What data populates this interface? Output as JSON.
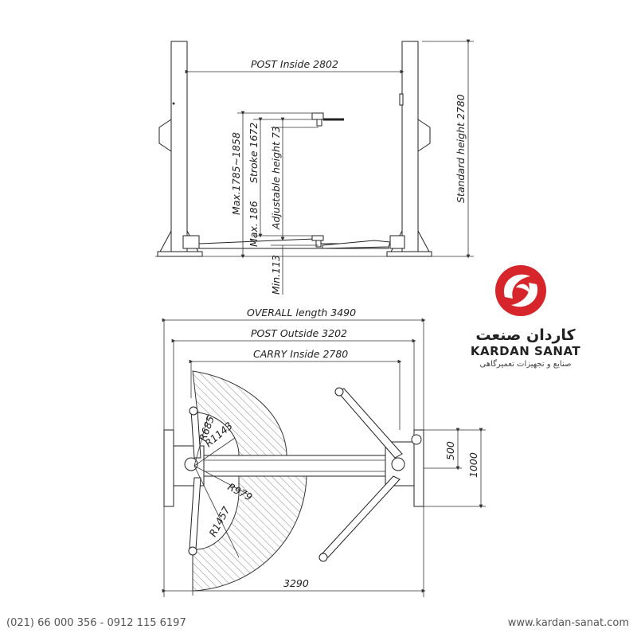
{
  "top_view_labels": {
    "post_inside": "POST  Inside  2802",
    "standard_height": "Standard  height  2780",
    "max_height": "Max.1785~1858",
    "stroke": "Stroke  1672",
    "adjustable_height": "Adjustable  height  73",
    "max_186": "Max.  186",
    "min_113": "Min.113"
  },
  "plan_view_labels": {
    "overall_length": "OVERALL  length  3490",
    "post_outside": "POST  Outside  3202",
    "carry_inside": "CARRY  Inside   2780",
    "r685": "R685",
    "r1143": "R1143",
    "r979": "R979",
    "r1457": "R1457",
    "dim_500": "500",
    "dim_1000": "1000",
    "dim_3290": "3290"
  },
  "brand": {
    "name_fa": "کاردان صنعت",
    "name_en": "KARDAN SANAT",
    "tagline_fa": "صنایع و تجهیزات تعمیرگاهی",
    "logo_color": "#d7262b"
  },
  "footer": {
    "phone": "(021) 66 000 356 - 0912 115 6197",
    "website": "www.kardan-sanat.com"
  }
}
